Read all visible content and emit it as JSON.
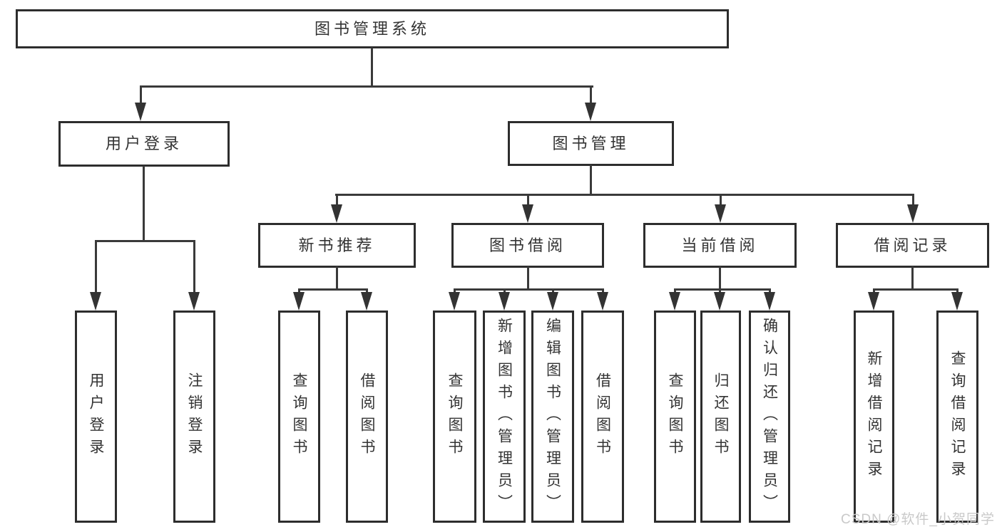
{
  "diagram": {
    "type": "hierarchy-tree",
    "title": "图书管理系统"
  },
  "nodes": {
    "root": {
      "label": "图书管理系统"
    },
    "user_login": {
      "label": "用户登录"
    },
    "book_mgmt": {
      "label": "图书管理"
    },
    "new_book_rec": {
      "label": "新书推荐"
    },
    "book_borrow": {
      "label": "图书借阅"
    },
    "current_borrow": {
      "label": "当前借阅"
    },
    "borrow_record": {
      "label": "借阅记录"
    },
    "leaf_user_login": {
      "label": "用户登录"
    },
    "leaf_logout": {
      "label": "注销登录"
    },
    "leaf_query_book_1": {
      "label": "查询图书"
    },
    "leaf_borrow_book_1": {
      "label": "借阅图书"
    },
    "leaf_query_book_2": {
      "label": "查询图书"
    },
    "leaf_add_book": {
      "label": "新增图书（管理员）"
    },
    "leaf_edit_book": {
      "label": "编辑图书（管理员）"
    },
    "leaf_borrow_book_2": {
      "label": "借阅图书"
    },
    "leaf_query_book_3": {
      "label": "查询图书"
    },
    "leaf_return_book": {
      "label": "归还图书"
    },
    "leaf_confirm_return": {
      "label": "确认归还（管理员）"
    },
    "leaf_add_record": {
      "label": "新增借阅记录"
    },
    "leaf_query_record": {
      "label": "查询借阅记录"
    }
  },
  "structure": {
    "图书管理系统": {
      "用户登录": [
        "用户登录",
        "注销登录"
      ],
      "图书管理": {
        "新书推荐": [
          "查询图书",
          "借阅图书"
        ],
        "图书借阅": [
          "查询图书",
          "新增图书（管理员）",
          "编辑图书（管理员）",
          "借阅图书"
        ],
        "当前借阅": [
          "查询图书",
          "归还图书",
          "确认归还（管理员）"
        ],
        "借阅记录": [
          "新增借阅记录",
          "查询借阅记录"
        ]
      }
    }
  },
  "watermark": {
    "text": "CSDN @软件_小贺同学"
  },
  "colors": {
    "background": "#ffffff",
    "box_border": "#2d2d2d",
    "line": "#3a3a3a",
    "text": "#333333",
    "watermark": "#c9c9c9"
  }
}
